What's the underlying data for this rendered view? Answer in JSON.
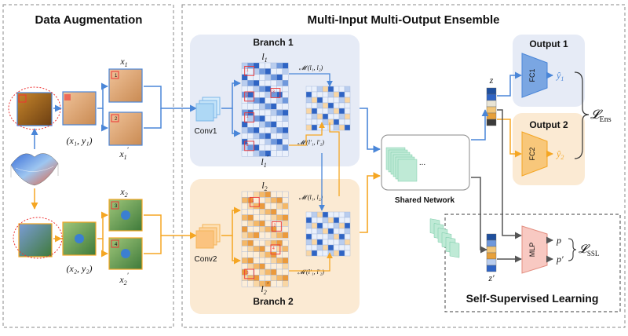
{
  "sections": {
    "augmentation_title": "Data Augmentation",
    "ensemble_title": "Multi-Input Multi-Output Ensemble",
    "ssl_title": "Self-Supervised Learning"
  },
  "branches": {
    "branch1": "Branch 1",
    "branch2": "Branch 2"
  },
  "layers": {
    "conv1": "Conv1",
    "conv2": "Conv2",
    "shared": "Shared Network",
    "fc1": "FC1",
    "fc2": "FC2",
    "mlp": "MLP",
    "ellipsis": "..."
  },
  "outputs": {
    "output1": "Output 1",
    "output2": "Output 2",
    "y1hat": "ŷ",
    "y1hat_sub": "1",
    "y2hat": "ŷ",
    "y2hat_sub": "2"
  },
  "math": {
    "x1": "x",
    "x1_sub": "1",
    "x1p": "x",
    "x1p_sub": "1",
    "x1p_prime": "′",
    "x2": "x",
    "x2_sub": "2",
    "x2p": "x",
    "x2p_sub": "2",
    "x2p_prime": "′",
    "pair1": "(x₁, y₁)",
    "pair2": "(x₂, y₂)",
    "l1": "l",
    "l1_sub": "1",
    "l1p": "l",
    "l1p_sub": "1",
    "l1p_prime": "′",
    "l2": "l",
    "l2_sub": "2",
    "l2p": "l",
    "l2p_sub": "2",
    "l2p_prime": "′",
    "m_l1_l2": "𝓜 (l₁, l₂)",
    "m_l1p_l2p": "𝓜 (l′₁, l′₂)",
    "m2_l1_l2": "𝓜 (l₁, l₂)",
    "m2_l1p_l2p": "𝓜 (l′₁, l′₂)",
    "z": "z",
    "zp": "z′",
    "p": "p",
    "pp": "p′",
    "loss_ens": "𝓛",
    "loss_ens_sub": "Ens",
    "loss_ssl": "𝓛",
    "loss_ssl_sub": "SSL"
  },
  "patch_labels": {
    "a": "1",
    "b": "2",
    "c": "3",
    "d": "4"
  },
  "colors": {
    "blue": "#4a86d8",
    "orange": "#f5a623",
    "branch1_bg": "#e6ebf6",
    "branch2_bg": "#fbead3",
    "output1_bg": "#e6ebf6",
    "output2_bg": "#fbead3",
    "mlp_fill": "#f8c9c2",
    "shared_fill": "#bfead6"
  }
}
